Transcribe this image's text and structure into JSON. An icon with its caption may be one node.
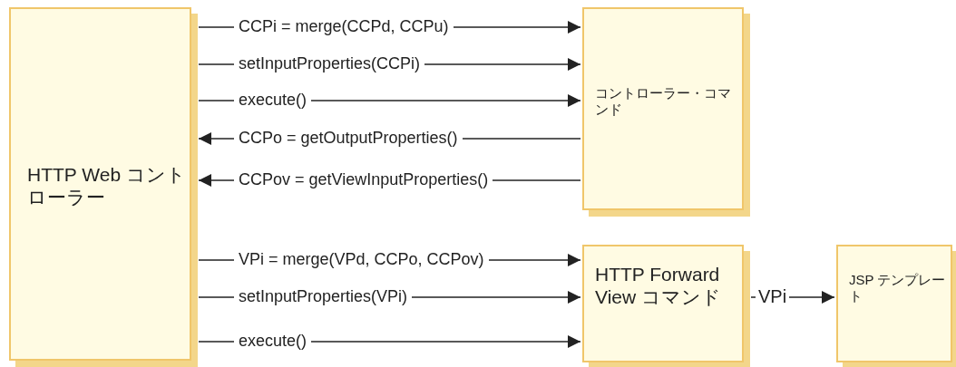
{
  "diagram": {
    "nodes": [
      {
        "text": [
          "HTTP Web コントローラー"
        ]
      },
      {
        "text": [
          "コントローラー・コマンド"
        ]
      },
      {
        "text": [
          "HTTP Forward View コマンド"
        ]
      },
      {
        "text": [
          "JSP テンプレート"
        ]
      }
    ],
    "edges": [
      {
        "from": 0,
        "to": 1,
        "arrow": "to",
        "label": "CCPi = merge(CCPd, CCPu)"
      },
      {
        "from": 0,
        "to": 1,
        "arrow": "to",
        "label": "setInputProperties(CCPi)"
      },
      {
        "from": 0,
        "to": 1,
        "arrow": "to",
        "label": "execute()"
      },
      {
        "from": 1,
        "to": 0,
        "arrow": "to",
        "label": "CCPo = getOutputProperties()"
      },
      {
        "from": 1,
        "to": 0,
        "arrow": "to",
        "label": "CCPov = getViewInputProperties()"
      },
      {
        "from": 0,
        "to": 2,
        "arrow": "to",
        "label": "VPi = merge(VPd, CCPo, CCPov)"
      },
      {
        "from": 0,
        "to": 2,
        "arrow": "to",
        "label": "setInputProperties(VPi)"
      },
      {
        "from": 0,
        "to": 2,
        "arrow": "to",
        "label": "execute()"
      },
      {
        "from": 2,
        "to": 3,
        "arrow": "to",
        "label": "VPi"
      }
    ]
  }
}
